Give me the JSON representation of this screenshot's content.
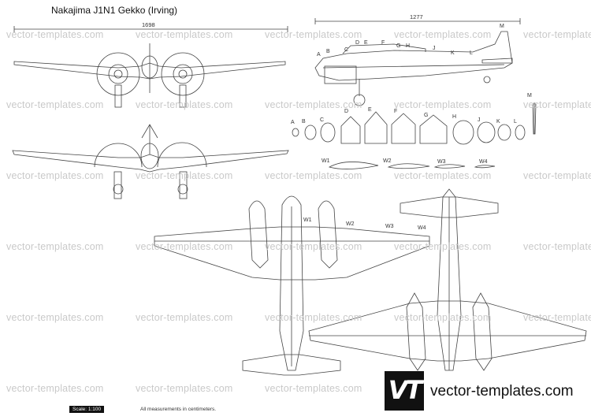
{
  "title": "Nakajima J1N1 Gekko (Irving)",
  "dimensions": {
    "wingspan": "1698",
    "length": "1277"
  },
  "watermark": "vector-templates.com",
  "section_labels": [
    "A",
    "B",
    "C",
    "D",
    "E",
    "F",
    "G",
    "H",
    "J",
    "K",
    "L",
    "M"
  ],
  "side_labels": [
    "A",
    "B",
    "C",
    "D",
    "E",
    "F",
    "G",
    "H",
    "J",
    "K",
    "L",
    "M"
  ],
  "wing_sections": [
    "W1",
    "W2",
    "W3",
    "W4"
  ],
  "scale": "Scale: 1:100",
  "note": "All measurements in centimeters.",
  "logo": "VT",
  "site": "vector-templates.com",
  "colors": {
    "line": "#444444",
    "watermark": "#c9c9c9",
    "logo_bg": "#111111"
  }
}
